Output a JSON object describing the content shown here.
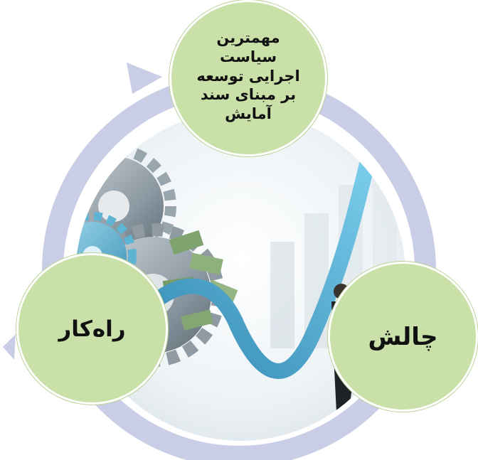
{
  "colors": {
    "cycle_ring": "#c9cde6",
    "node_fill": "#c9e0a8",
    "node_border": "#ffffff",
    "growth_arrow": "#4bb0d8",
    "gear": "#8e9aa3"
  },
  "nodes": {
    "top": {
      "label": "مهمترین\nسیاست\nاجرایی توسعه\nبر مبنای سند\nآمایش"
    },
    "left": {
      "label": "راه‌کار"
    },
    "right": {
      "label": "چالش"
    }
  },
  "image": {
    "subject": "business-growth-illustration",
    "icons": [
      "gear-icon",
      "money-icon",
      "bar-chart-icon",
      "businessman-icon",
      "growth-arrow-icon"
    ]
  }
}
